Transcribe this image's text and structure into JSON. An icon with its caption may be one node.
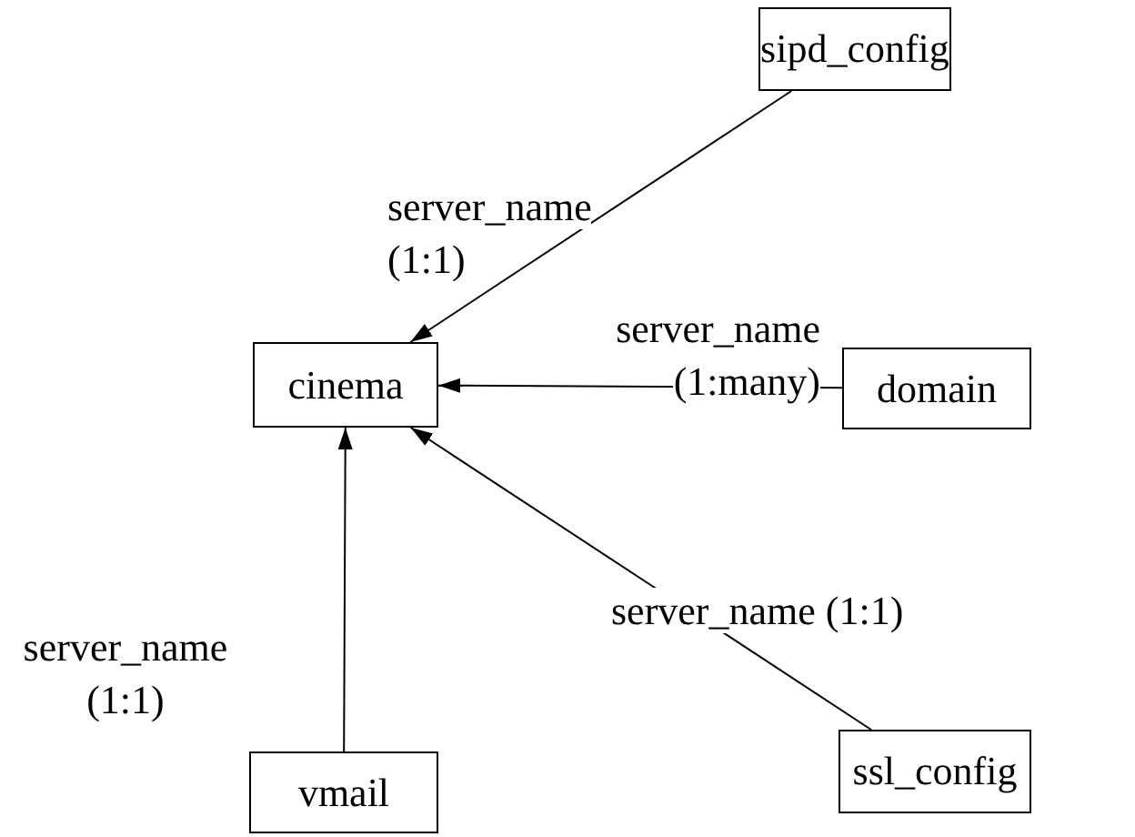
{
  "diagram": {
    "nodes": [
      {
        "text": [
          "sipd_config"
        ]
      },
      {
        "text": [
          "cinema"
        ]
      },
      {
        "text": [
          "domain"
        ]
      },
      {
        "text": [
          "vmail"
        ]
      },
      {
        "text": [
          "ssl_config"
        ]
      }
    ],
    "edges": [
      {
        "from": 0,
        "to": 1,
        "arrow": "to",
        "label": "server_name (1:1)"
      },
      {
        "from": 2,
        "to": 1,
        "arrow": "to",
        "label": "server_name (1:many)"
      },
      {
        "from": 3,
        "to": 1,
        "arrow": "to",
        "label": "server_name (1:1)"
      },
      {
        "from": 4,
        "to": 1,
        "arrow": "to",
        "label": "server_name (1:1)"
      }
    ]
  }
}
